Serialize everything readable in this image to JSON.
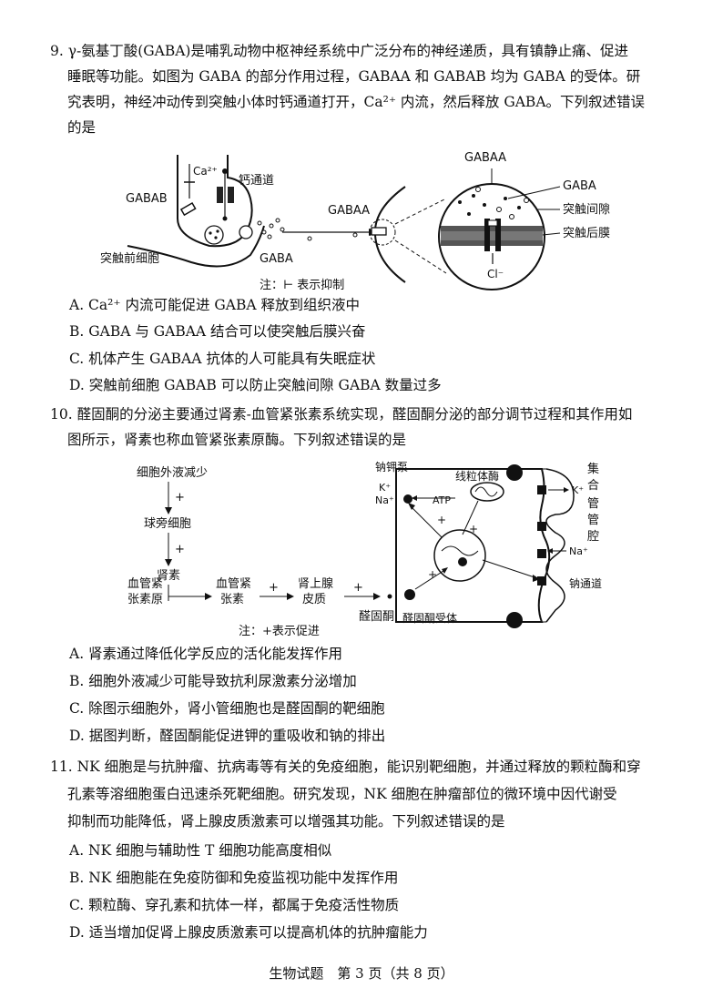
{
  "q9": {
    "stem": [
      "9. γ-氨基丁酸(GABA)是哺乳动物中枢神经系统中广泛分布的神经递质，具有镇静止痛、促进",
      "睡眠等功能。如图为 GABA 的部分作用过程，GABAA 和 GABAB 均为 GABA 的受体。研",
      "究表明，神经冲动传到突触小体时钙通道打开，Ca²⁺ 内流，然后释放 GABA。下列叙述错误",
      "的是"
    ],
    "figure": {
      "ca_label": "Ca²⁺",
      "ca_channel": "钙通道",
      "gabab": "GABAB",
      "gabaa_mid": "GABAA",
      "gaba_left": "GABA",
      "presynaptic": "突触前细胞",
      "gabaa_top": "GABAA",
      "gaba_right": "GABA",
      "cleft": "突触间隙",
      "postsynaptic": "突触后膜",
      "cl": "Cl⁻",
      "note": "注：⊢ 表示抑制"
    },
    "options": [
      "A. Ca²⁺ 内流可能促进 GABA 释放到组织液中",
      "B. GABA 与 GABAA 结合可以使突触后膜兴奋",
      "C. 机体产生 GABAA 抗体的人可能具有失眠症状",
      "D. 突触前细胞 GABAB 可以防止突触间隙 GABA 数量过多"
    ]
  },
  "q10": {
    "stem": [
      "10. 醛固酮的分泌主要通过肾素-血管紧张素系统实现，醛固酮分泌的部分调节过程和其作用如",
      "图所示，肾素也称血管紧张素原酶。下列叙述错误的是"
    ],
    "figure": {
      "ecf": "细胞外液减少",
      "jg": "球旁细胞",
      "renin": "肾素",
      "angiotensinogen_1": "血管紧",
      "angiotensinogen_2": "张素原",
      "angiotensin_1": "血管紧",
      "angiotensin_2": "张素",
      "adrenal_1": "肾上腺",
      "adrenal_2": "皮质",
      "aldosterone": "醛固酮",
      "receptor": "醛固酮受体",
      "pump": "钠钾泵",
      "mito_enzyme": "线粒体酶",
      "k": "K⁺",
      "na": "Na⁺",
      "atp": "ATP",
      "duct": [
        "集",
        "合",
        "管",
        "管",
        "腔"
      ],
      "k_right": "K⁺",
      "na_right": "Na⁺",
      "na_channel": "钠通道",
      "plus": "+",
      "note": "注：+表示促进"
    },
    "options": [
      "A. 肾素通过降低化学反应的活化能发挥作用",
      "B. 细胞外液减少可能导致抗利尿激素分泌增加",
      "C. 除图示细胞外，肾小管细胞也是醛固酮的靶细胞",
      "D. 据图判断，醛固酮能促进钾的重吸收和钠的排出"
    ]
  },
  "q11": {
    "stem": [
      "11. NK 细胞是与抗肿瘤、抗病毒等有关的免疫细胞，能识别靶细胞，并通过释放的颗粒酶和穿",
      "孔素等溶细胞蛋白迅速杀死靶细胞。研究发现，NK 细胞在肿瘤部位的微环境中因代谢受",
      "抑制而功能降低，肾上腺皮质激素可以增强其功能。下列叙述错误的是"
    ],
    "options": [
      "A. NK 细胞与辅助性 T 细胞功能高度相似",
      "B. NK 细胞能在免疫防御和免疫监视功能中发挥作用",
      "C. 颗粒酶、穿孔素和抗体一样，都属于免疫活性物质",
      "D. 适当增加促肾上腺皮质激素可以提高机体的抗肿瘤能力"
    ]
  },
  "footer": "生物试题　第 3 页（共 8 页）"
}
